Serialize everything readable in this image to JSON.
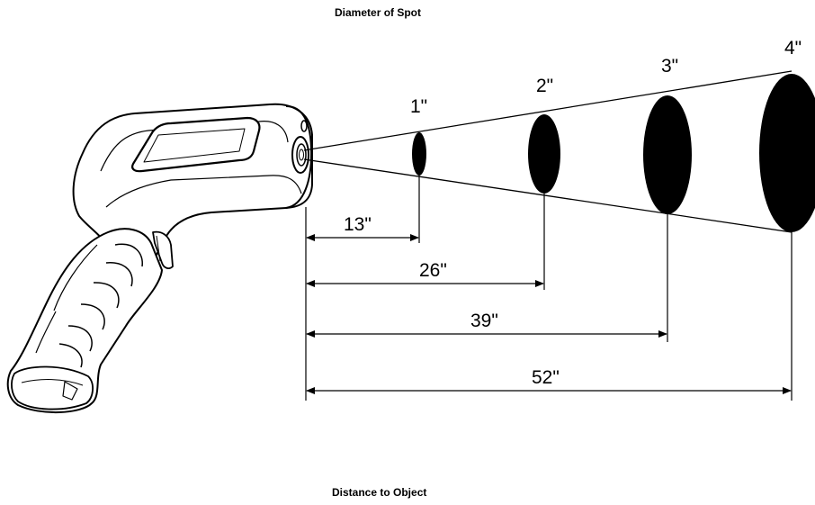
{
  "captions": {
    "top": "Diameter of Spot",
    "bottom": "Distance to Object"
  },
  "spots": [
    {
      "diameter_label": "1\"",
      "distance_label": "13\""
    },
    {
      "diameter_label": "2\"",
      "distance_label": "26\""
    },
    {
      "diameter_label": "3\"",
      "distance_label": "39\""
    },
    {
      "diameter_label": "4\"",
      "distance_label": "52\""
    }
  ],
  "illustration": "infrared-thermometer-gun",
  "colors": {
    "ink": "#000000",
    "background": "#ffffff"
  }
}
